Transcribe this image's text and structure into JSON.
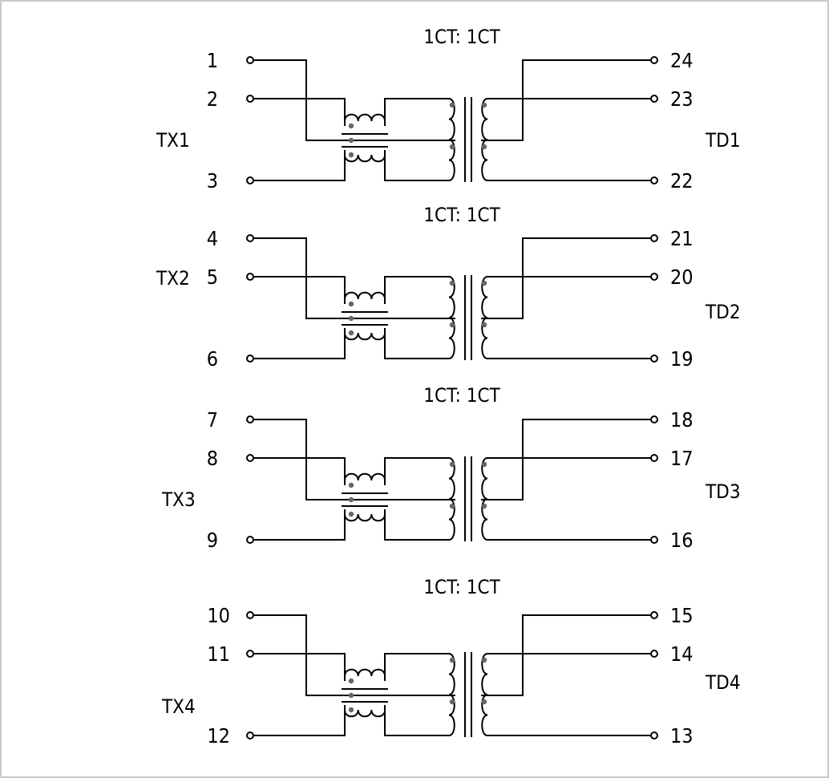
{
  "channels": [
    {
      "ratio": "1CT: 1CT",
      "left_label": "TX1",
      "right_label": "TD1",
      "left_pins": [
        "1",
        "2",
        "3"
      ],
      "right_pins": [
        "24",
        "23",
        "22"
      ]
    },
    {
      "ratio": "1CT: 1CT",
      "left_label": "TX2",
      "right_label": "TD2",
      "left_pins": [
        "4",
        "5",
        "6"
      ],
      "right_pins": [
        "21",
        "20",
        "19"
      ]
    },
    {
      "ratio": "1CT: 1CT",
      "left_label": "TX3",
      "right_label": "TD3",
      "left_pins": [
        "7",
        "8",
        "9"
      ],
      "right_pins": [
        "18",
        "17",
        "16"
      ]
    },
    {
      "ratio": "1CT: 1CT",
      "left_label": "TX4",
      "right_label": "TD4",
      "left_pins": [
        "10",
        "11",
        "12"
      ],
      "right_pins": [
        "15",
        "14",
        "13"
      ]
    }
  ]
}
